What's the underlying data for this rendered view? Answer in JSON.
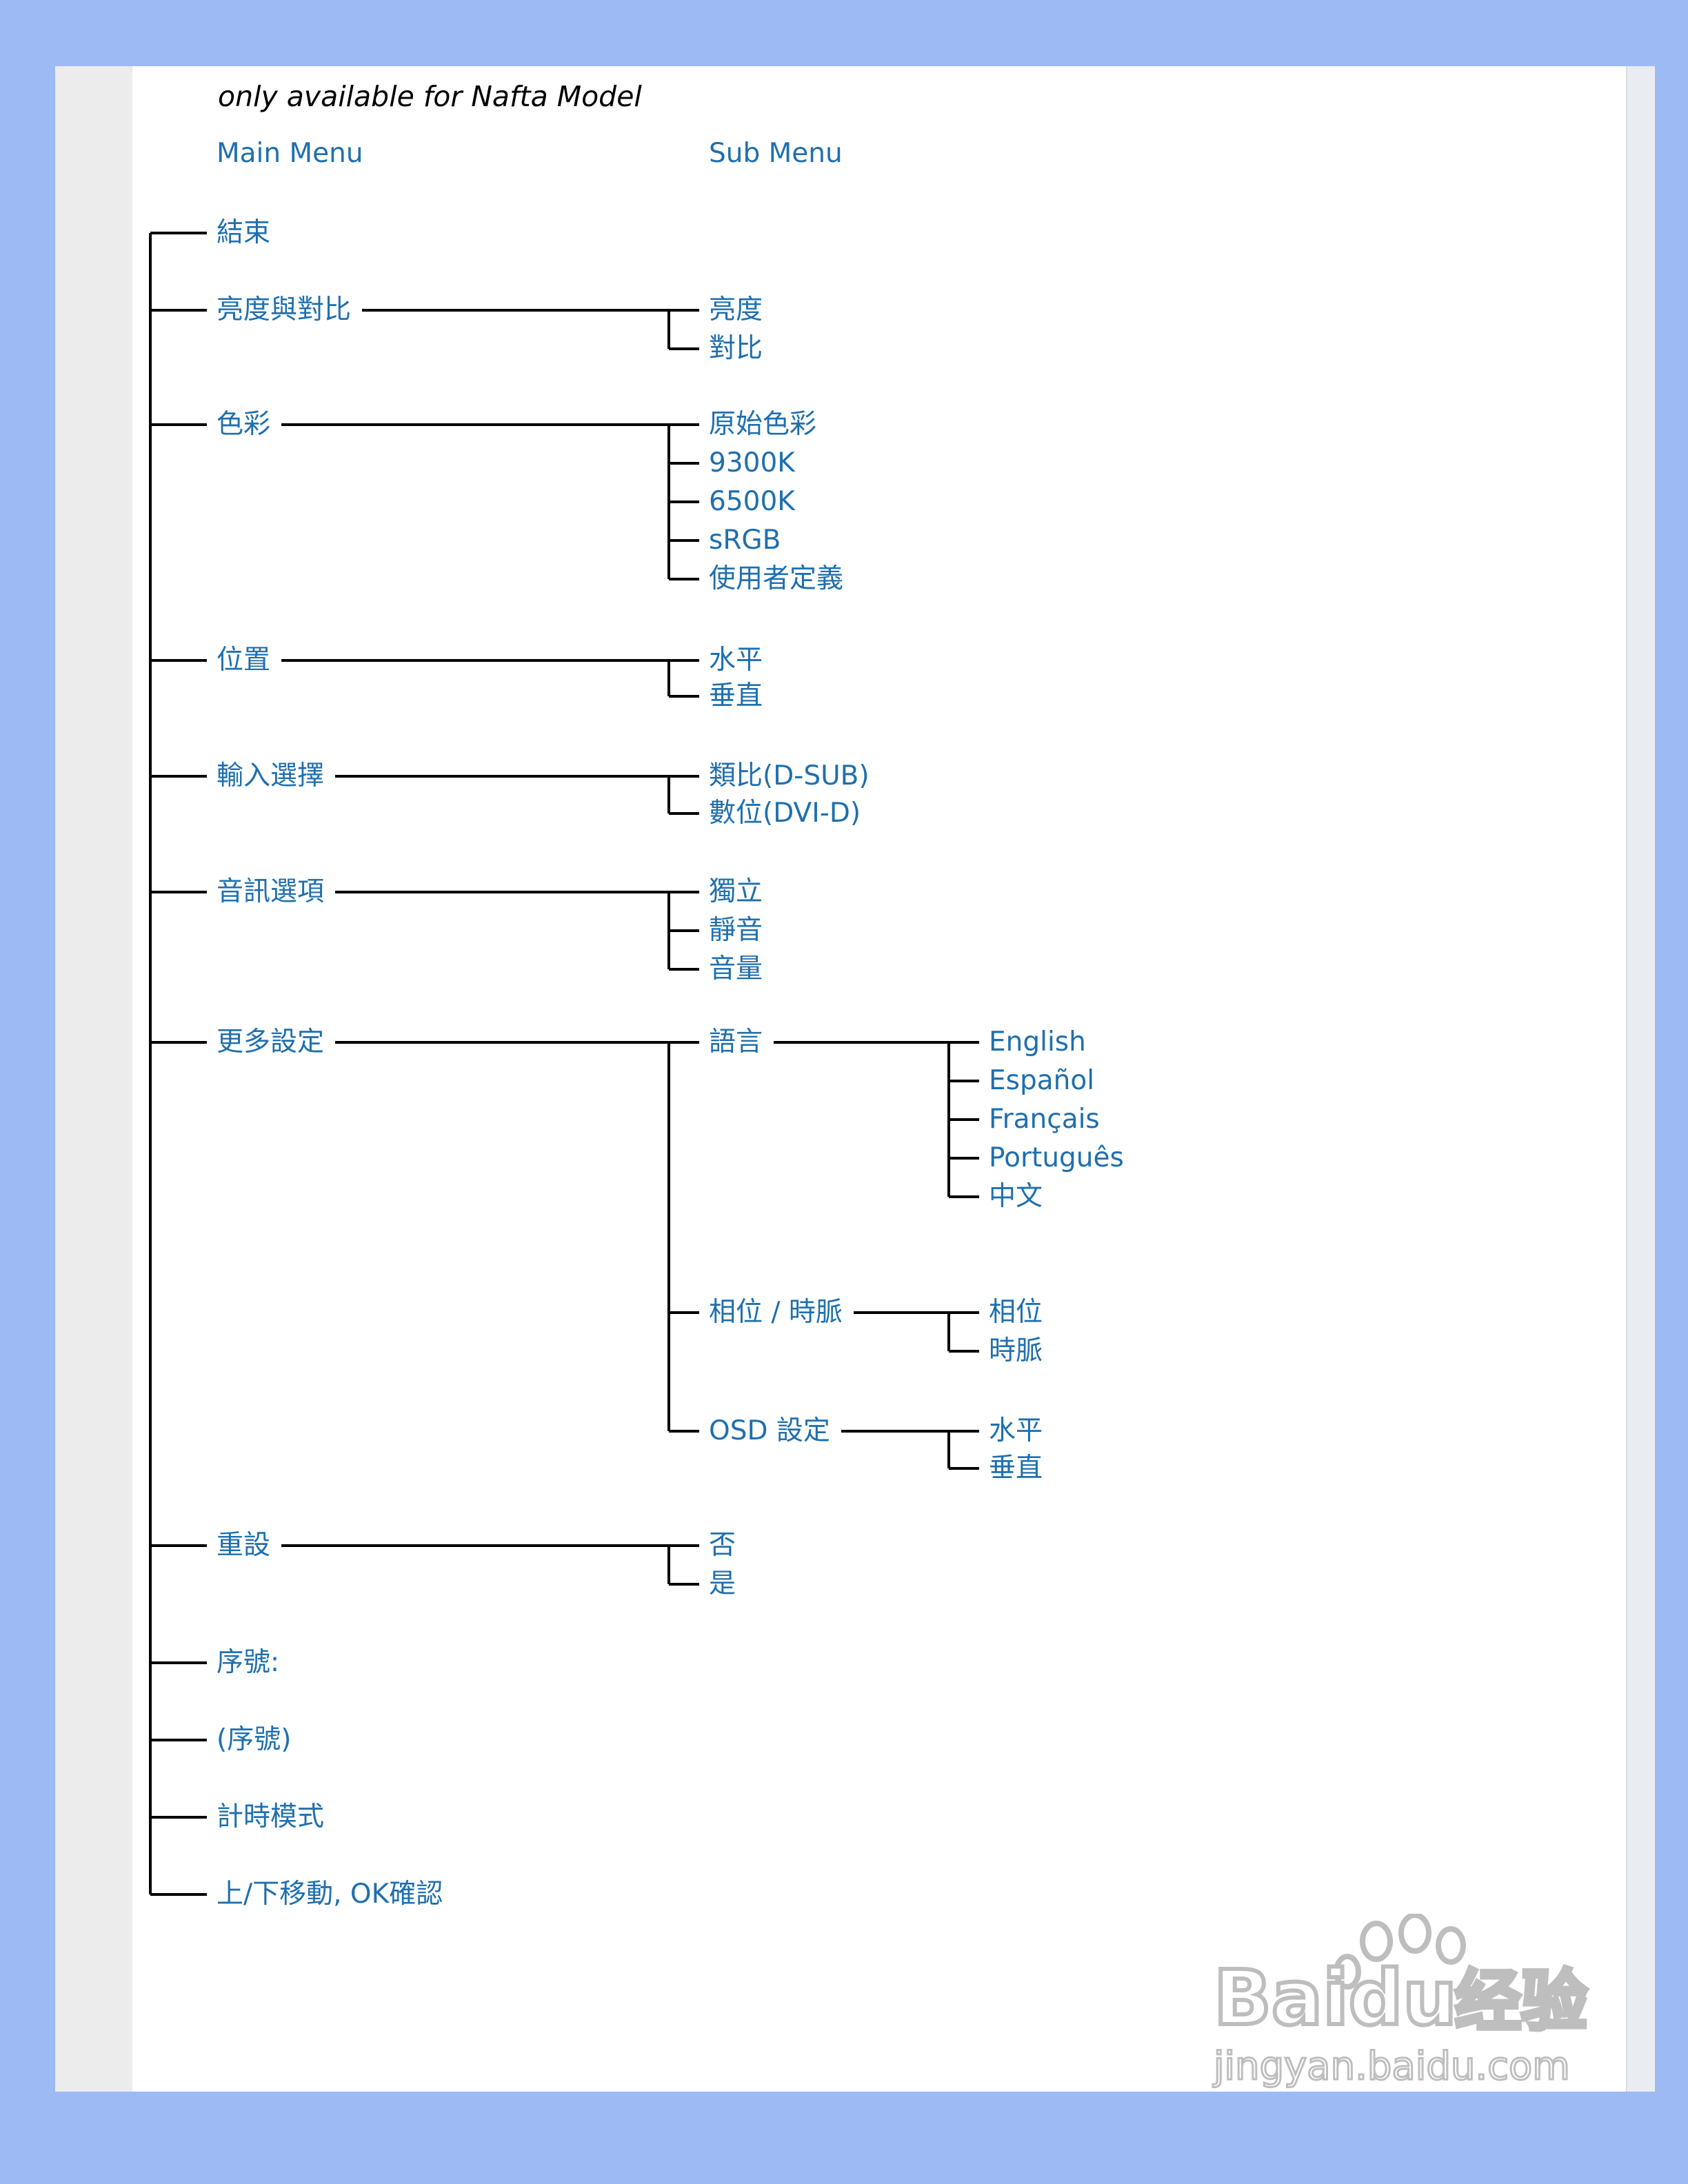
{
  "note": "only available for Nafta Model",
  "headers": {
    "main": "Main Menu",
    "sub": "Sub Menu"
  },
  "colors": {
    "text": "#1f6fae",
    "line": "#000000",
    "page_border": "#9dbaf5"
  },
  "main_items": [
    {
      "label": "結束"
    },
    {
      "label": "亮度與對比",
      "subs": [
        "亮度",
        "對比"
      ]
    },
    {
      "label": "色彩",
      "subs": [
        "原始色彩",
        "9300K",
        "6500K",
        "sRGB",
        "使用者定義"
      ]
    },
    {
      "label": "位置",
      "subs": [
        "水平",
        "垂直"
      ]
    },
    {
      "label": "輸入選擇",
      "subs": [
        "類比(D-SUB)",
        "數位(DVI-D)"
      ]
    },
    {
      "label": "音訊選項",
      "subs": [
        "獨立",
        "靜音",
        "音量"
      ]
    },
    {
      "label": "更多設定",
      "subs": [
        {
          "label": "語言",
          "subs": [
            "English",
            "Español",
            "Français",
            "Português",
            "中文"
          ]
        },
        {
          "label": "相位 / 時脈",
          "subs": [
            "相位",
            "時脈"
          ]
        },
        {
          "label": "OSD 設定",
          "subs": [
            "水平",
            "垂直"
          ]
        }
      ]
    },
    {
      "label": "重設",
      "subs": [
        "否",
        "是"
      ]
    },
    {
      "label": "序號:"
    },
    {
      "label": "(序號)"
    },
    {
      "label": "計時模式"
    },
    {
      "label": "上/下移動, OK確認"
    }
  ],
  "watermark": {
    "brand": "Baidu",
    "product": "经验",
    "site": "jingyan.baidu.com"
  }
}
